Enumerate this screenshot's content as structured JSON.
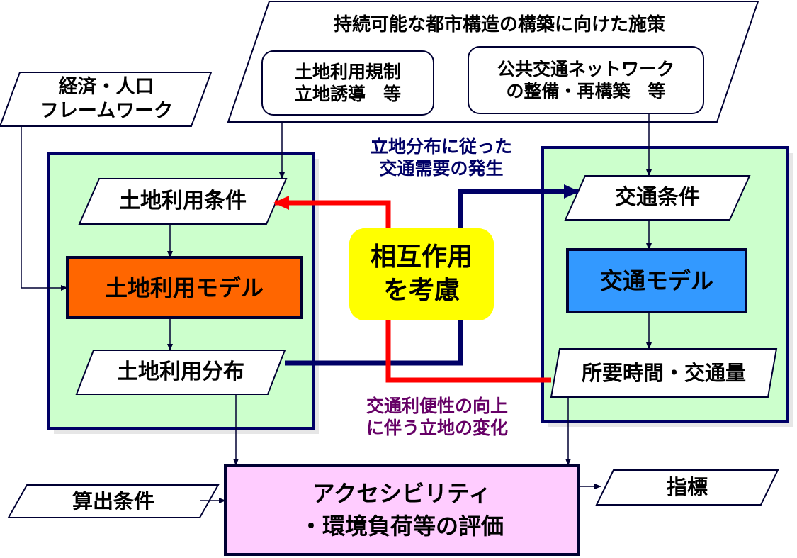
{
  "policy": {
    "title": "持続可能な都市構造の構築に向けた施策",
    "land_use_policy": "土地利用規制\n立地誘導　等",
    "transit_policy": "公共交通ネットワーク\nの整備・再構築　等"
  },
  "framework": "経済・人口\nフレームワーク",
  "land_use": {
    "conditions": "土地利用条件",
    "model": "土地利用モデル",
    "distribution": "土地利用分布"
  },
  "traffic": {
    "conditions": "交通条件",
    "model": "交通モデル",
    "output": "所要時間・交通量"
  },
  "interaction": {
    "center": "相互作用\nを考慮",
    "demand_label": "立地分布に従った\n交通需要の発生",
    "location_label": "交通利便性の向上\nに伴う立地の変化"
  },
  "evaluation": {
    "calc_conditions": "算出条件",
    "box": "アクセシビリティ\n・環境負荷等の評価",
    "indicators": "指標"
  },
  "colors": {
    "panel_green": "#ccffcc",
    "navy": "#000066",
    "land_model": "#ff6600",
    "traffic_model": "#3399ff",
    "interaction_yellow": "#ffff00",
    "evaluation_pink": "#ffccff",
    "red_arrow": "#ff0000",
    "demand_text": "#000066",
    "location_text": "#660066"
  }
}
